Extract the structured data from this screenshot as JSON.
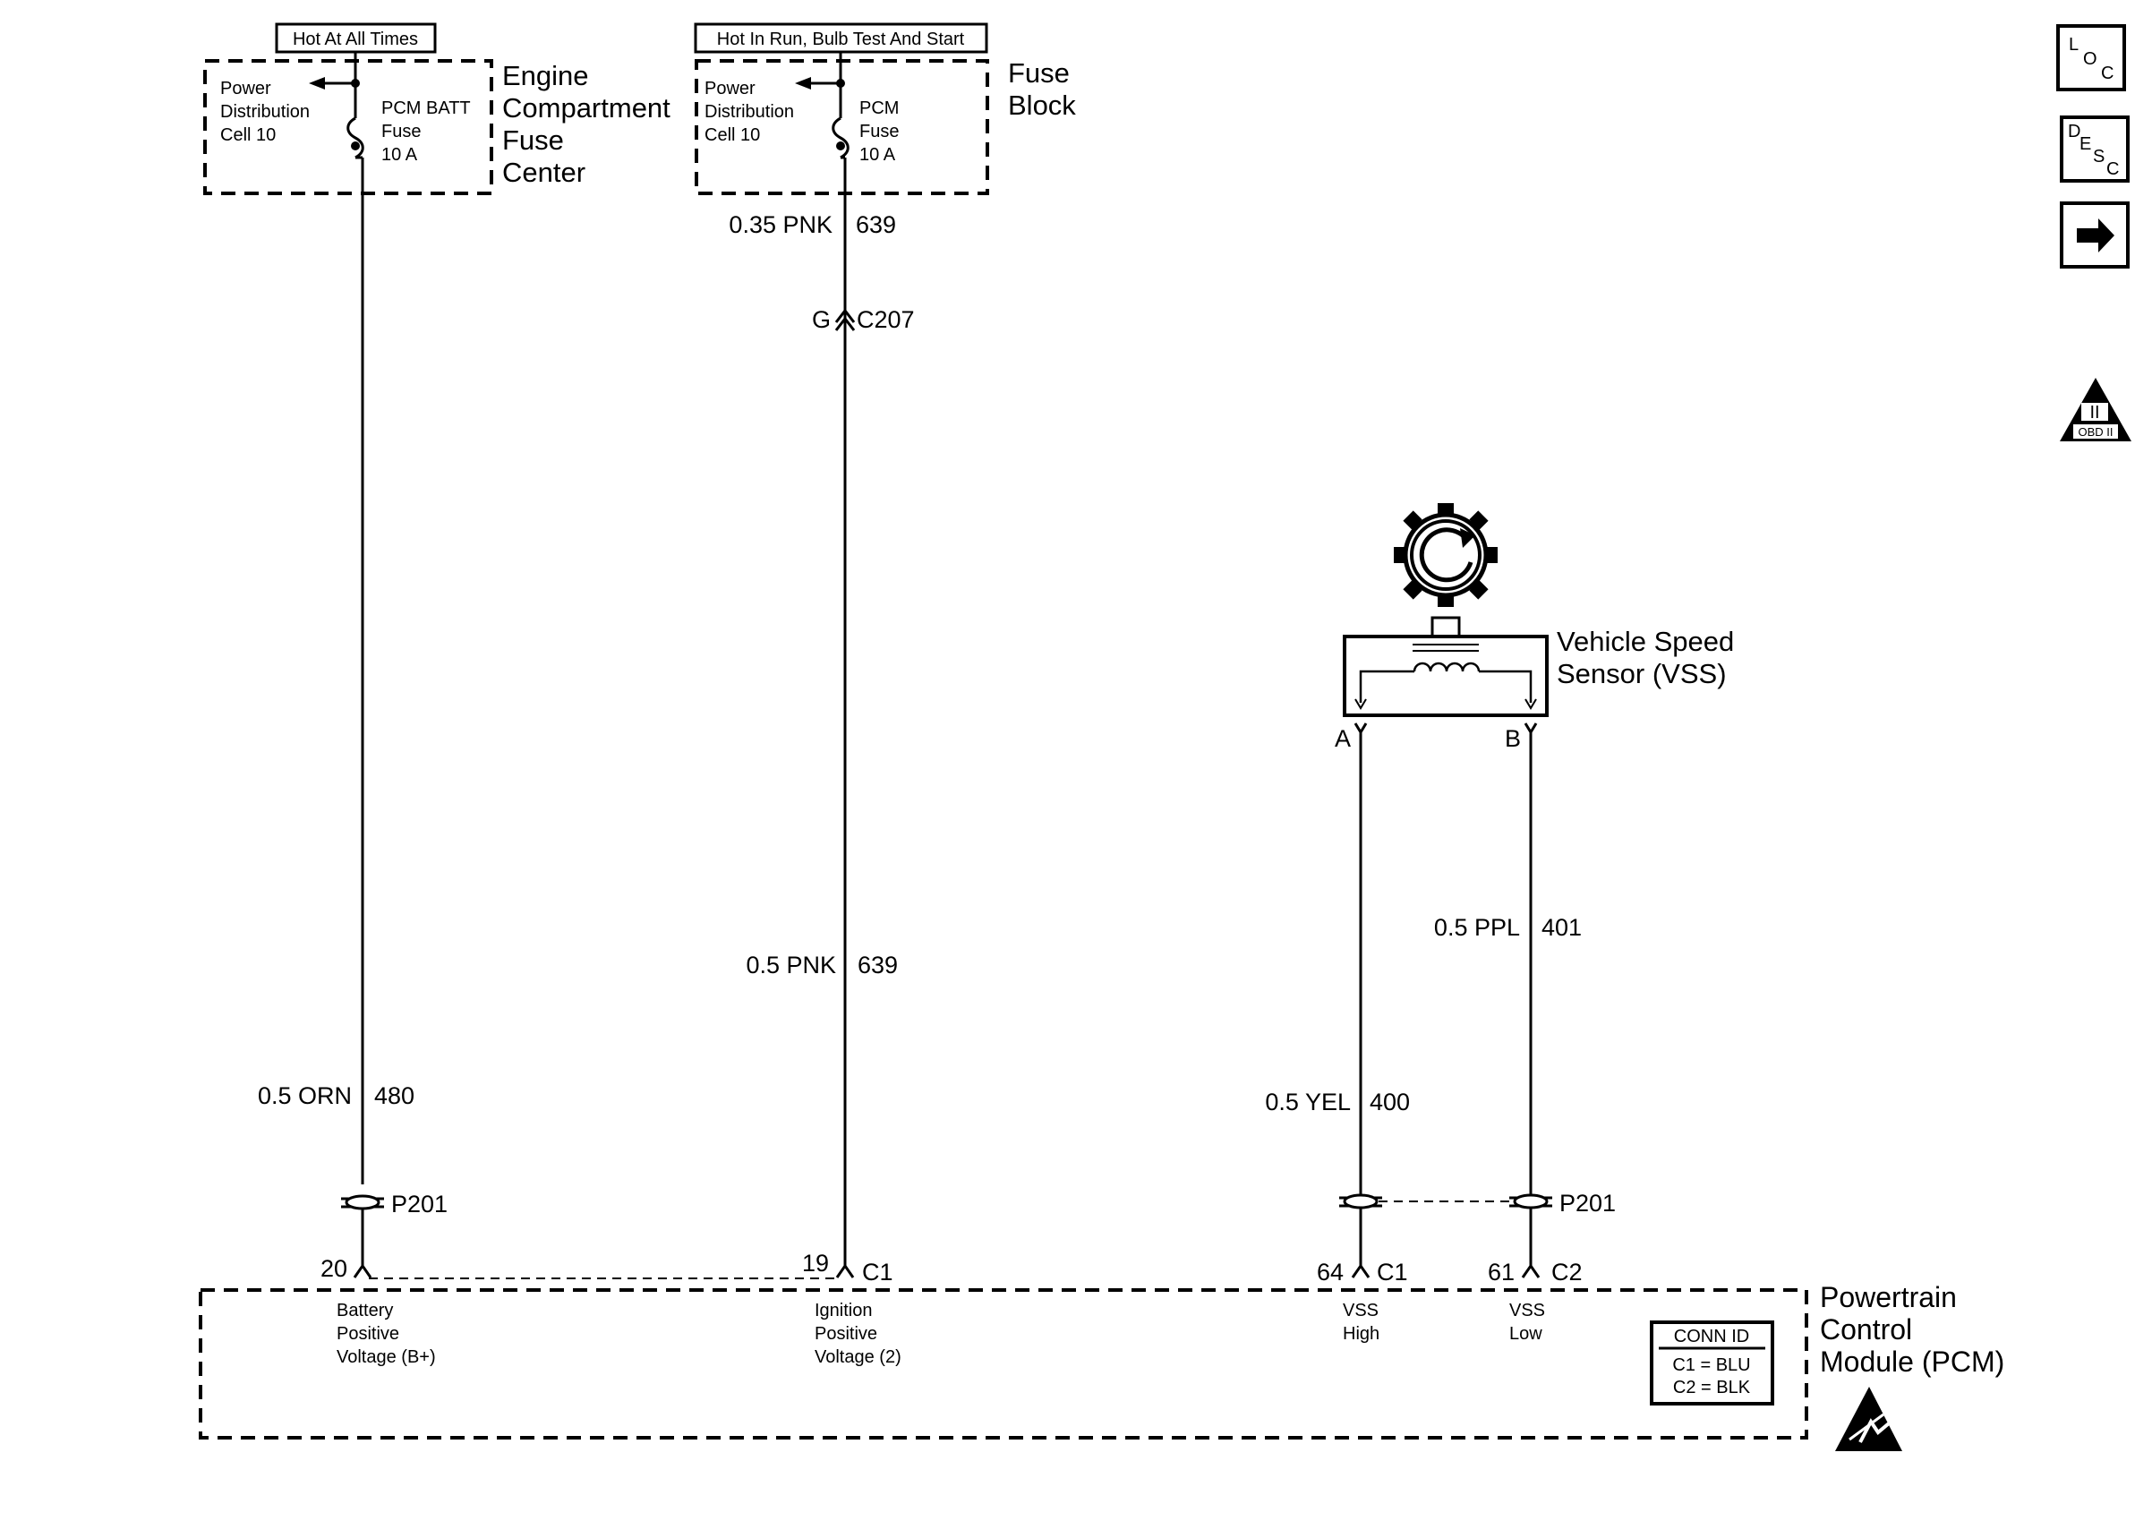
{
  "power_sources": [
    {
      "header": "Hot At All Times",
      "source_line1": "Power",
      "source_line2": "Distribution",
      "source_line3": "Cell 10",
      "fuse_line1": "PCM BATT",
      "fuse_line2": "Fuse",
      "fuse_line3": "10 A",
      "location_line1": "Engine",
      "location_line2": "Compartment",
      "location_line3": "Fuse",
      "location_line4": "Center"
    },
    {
      "header": "Hot In Run, Bulb Test And Start",
      "source_line1": "Power",
      "source_line2": "Distribution",
      "source_line3": "Cell 10",
      "fuse_line1": "PCM",
      "fuse_line2": "Fuse",
      "fuse_line3": "10 A",
      "location_line1": "Fuse",
      "location_line2": "Block"
    }
  ],
  "wires": {
    "w480": {
      "gauge_color": "0.5 ORN",
      "circuit": "480"
    },
    "w639_upper": {
      "gauge_color": "0.35 PNK",
      "circuit": "639"
    },
    "w639_lower": {
      "gauge_color": "0.5 PNK",
      "circuit": "639"
    },
    "w400": {
      "gauge_color": "0.5 YEL",
      "circuit": "400"
    },
    "w401": {
      "gauge_color": "0.5 PPL",
      "circuit": "401"
    }
  },
  "connectors": {
    "c207_pin": "G",
    "c207_name": "C207",
    "p201_left": "P201",
    "p201_right": "P201",
    "pin_20": "20",
    "pin_19": "19",
    "pin_19_conn": "C1",
    "pin_64": "64",
    "pin_64_conn": "C1",
    "pin_61": "61",
    "pin_61_conn": "C2",
    "vss_pin_a": "A",
    "vss_pin_b": "B"
  },
  "vss": {
    "line1": "Vehicle Speed",
    "line2": "Sensor (VSS)"
  },
  "pcm": {
    "line1": "Powertrain",
    "line2": "Control",
    "line3": "Module (PCM)",
    "inputs": [
      {
        "line1": "Battery",
        "line2": "Positive",
        "line3": "Voltage (B+)"
      },
      {
        "line1": "Ignition",
        "line2": "Positive",
        "line3": "Voltage (2)"
      },
      {
        "line1": "VSS",
        "line2": "High"
      },
      {
        "line1": "VSS",
        "line2": "Low"
      }
    ],
    "conn_id": {
      "title": "CONN ID",
      "line1": "C1 = BLU",
      "line2": "C2 = BLK"
    }
  },
  "side_icons": {
    "loc": {
      "l": "L",
      "o": "O",
      "c": "C",
      "icon": "location-icon"
    },
    "desc": {
      "d": "D",
      "e": "E",
      "s": "S",
      "c": "C",
      "icon": "description-icon"
    },
    "next": {
      "icon": "arrow-right-icon"
    },
    "obd": {
      "numeral": "II",
      "label": "OBD II",
      "icon": "obd-ii-icon"
    }
  },
  "symbols": {
    "esd": "esd-warning-icon",
    "gear": "rotating-gear-icon"
  }
}
